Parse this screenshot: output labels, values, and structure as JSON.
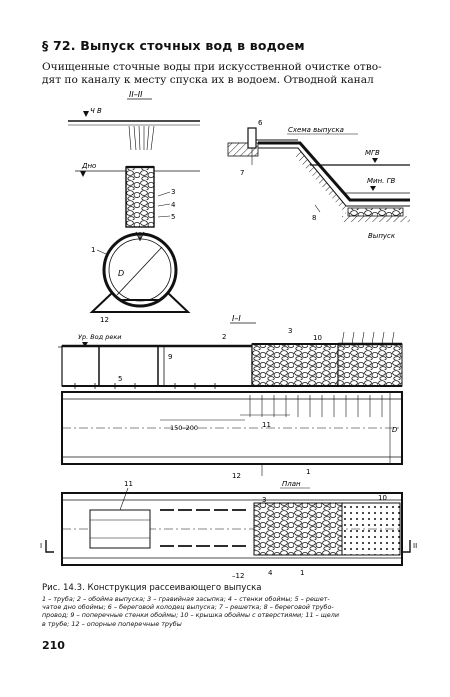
{
  "page": {
    "heading": "§ 72. Выпуск сточных вод в водоем",
    "intro_lines": [
      "Очищенные сточные воды при искусственной очистке отво-",
      "дят по каналу к месту спуска их в водоем. Отводной канал"
    ],
    "page_number": "210"
  },
  "figure": {
    "section_view": {
      "title": "II–II",
      "labels": {
        "water_level": "Ч В",
        "bottom": "Дно",
        "n3": "3",
        "n4": "4",
        "n5": "5",
        "n1": "1",
        "n12": "12",
        "d": "D"
      }
    },
    "outlet_scheme": {
      "title": "Схема выпуска",
      "labels": {
        "mgv": "МГВ",
        "min_gv": "Мин. ГВ",
        "outlet": "Выпуск",
        "n6": "6",
        "n7": "7",
        "n8": "8"
      }
    },
    "longitudinal_section": {
      "title": "I–I",
      "labels": {
        "river_level": "Ур. Вод реки",
        "n2": "2",
        "n3": "3",
        "n10": "10",
        "n9": "9",
        "n5": "5",
        "dim": "150–200",
        "n11": "11",
        "d": "D",
        "n12": "12",
        "n1": "1"
      }
    },
    "plan": {
      "title": "План",
      "labels": {
        "n11": "11",
        "n3": "3",
        "n10": "10",
        "n4": "4",
        "n1": "1",
        "cut_left": "I",
        "cut_right": "II",
        "dim": "–12"
      }
    }
  },
  "caption": {
    "title": "Рис. 14.3. Конструкция рассеивающего выпуска",
    "legend_lines": [
      "1 – труба; 2 – обойма выпуска; 3 – гравийная засыпка; 4 – стенки обоймы; 5 – решет-",
      "чатое дно обоймы; 6 – береговой колодец выпуска; 7 – решетка; 8 – береговой трубо-",
      "провод; 9 – поперечные стенки обоймы; 10 – крышка обоймы с отверстиями; 11 – щели",
      "в трубе; 12 – опорные поперечные трубы"
    ]
  }
}
